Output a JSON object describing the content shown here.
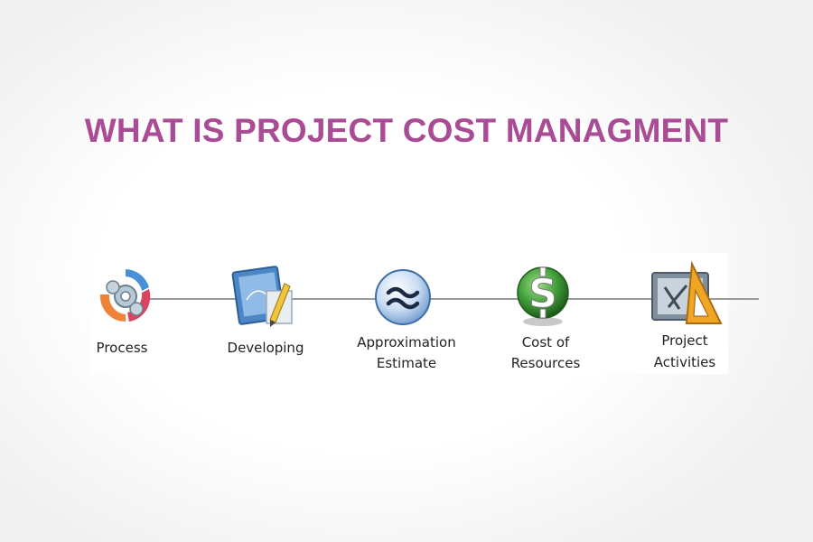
{
  "title": {
    "text": "WHAT IS PROJECT COST MANAGMENT",
    "color": "#a94b95"
  },
  "steps": [
    {
      "label_line1": "Process",
      "label_line2": "",
      "icon": "gears-cycle-icon"
    },
    {
      "label_line1": "Developing",
      "label_line2": "",
      "icon": "blueprint-pencil-icon"
    },
    {
      "label_line1": "Approximation",
      "label_line2": "Estimate",
      "icon": "approximately-equal-icon"
    },
    {
      "label_line1": "Cost of",
      "label_line2": "Resources",
      "icon": "dollar-globe-icon"
    },
    {
      "label_line1": "Project",
      "label_line2": "Activities",
      "icon": "drafting-tools-icon"
    }
  ]
}
